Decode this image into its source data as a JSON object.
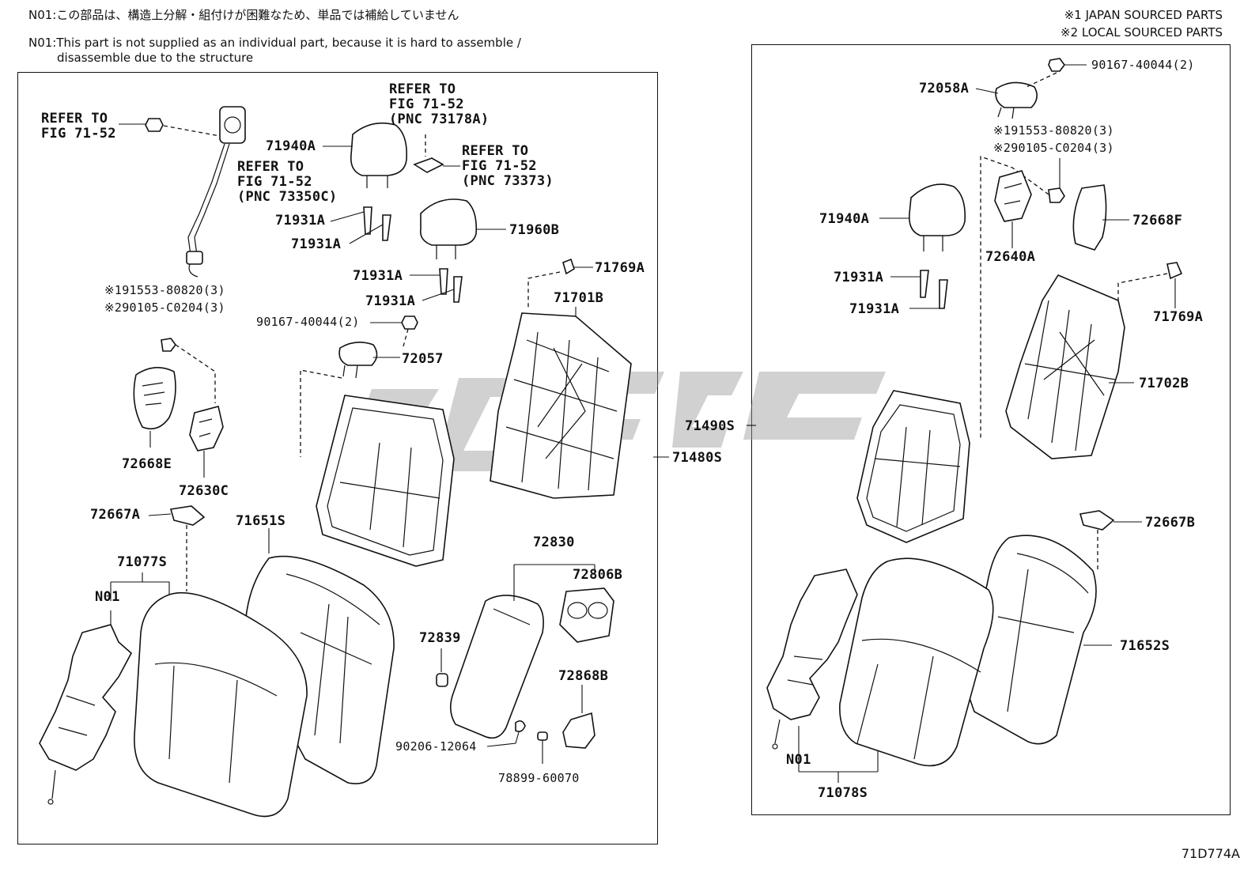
{
  "notes": {
    "n01_jp": "N01:この部品は、構造上分解・組付けが困難なため、単品では補給していません",
    "n01_en_1": "N01:This part is not supplied as an individual part, because it is hard to assemble /",
    "n01_en_2": "disassemble due to the structure"
  },
  "legend": {
    "line1": "※1 JAPAN SOURCED PARTS",
    "line2": "※2 LOCAL SOURCED PARTS"
  },
  "figure_id": "71D774A",
  "left": {
    "refer_a": "REFER TO\nFIG 71-52",
    "refer_b": "REFER TO\nFIG 71-52\n(PNC 73350C)",
    "refer_c": "REFER TO\nFIG 71-52\n(PNC 73178A)",
    "refer_d": "REFER TO\nFIG 71-52\n(PNC 73373)",
    "p71940A": "71940A",
    "p71931A_1": "71931A",
    "p71931A_2": "71931A",
    "p71960B": "71960B",
    "p71931A_3": "71931A",
    "p71931A_4": "71931A",
    "p71769A": "71769A",
    "p71701B": "71701B",
    "bolt_a": "※191553-80820(3)",
    "bolt_b": "※290105-C0204(3)",
    "p90167": "90167-40044(2)",
    "p72057": "72057",
    "p72668E": "72668E",
    "p72630C": "72630C",
    "p72667A": "72667A",
    "p71651S": "71651S",
    "p71077S": "71077S",
    "n01": "N01",
    "p72830": "72830",
    "p72806B": "72806B",
    "p72839": "72839",
    "p72868B": "72868B",
    "p90206": "90206-12064",
    "p78899": "78899-60070",
    "p71480S": "71480S"
  },
  "right": {
    "p90167": "90167-40044(2)",
    "p72058A": "72058A",
    "bolt_a": "※191553-80820(3)",
    "bolt_b": "※290105-C0204(3)",
    "p71940A": "71940A",
    "p72668F": "72668F",
    "p72640A": "72640A",
    "p71931A_1": "71931A",
    "p71931A_2": "71931A",
    "p71769A": "71769A",
    "p71702B": "71702B",
    "p71490S": "71490S",
    "p72667B": "72667B",
    "p71652S": "71652S",
    "n01": "N01",
    "p71078S": "71078S"
  }
}
